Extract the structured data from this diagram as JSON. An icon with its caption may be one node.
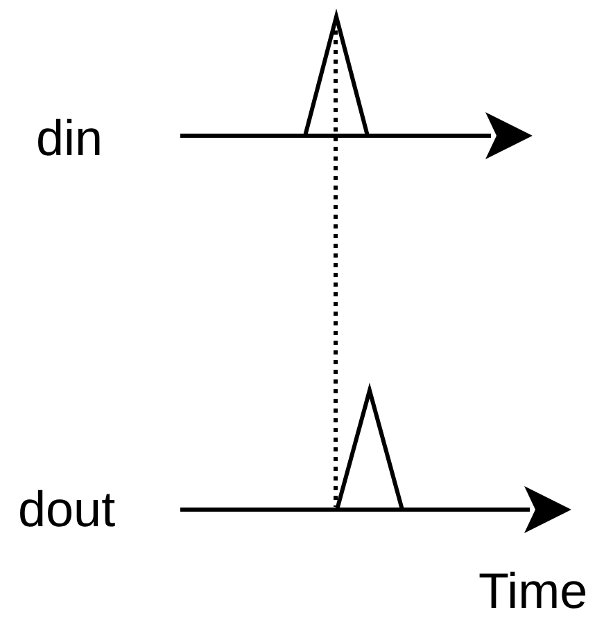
{
  "diagram": {
    "labels": [
      "din",
      "dout",
      "Time"
    ]
  }
}
